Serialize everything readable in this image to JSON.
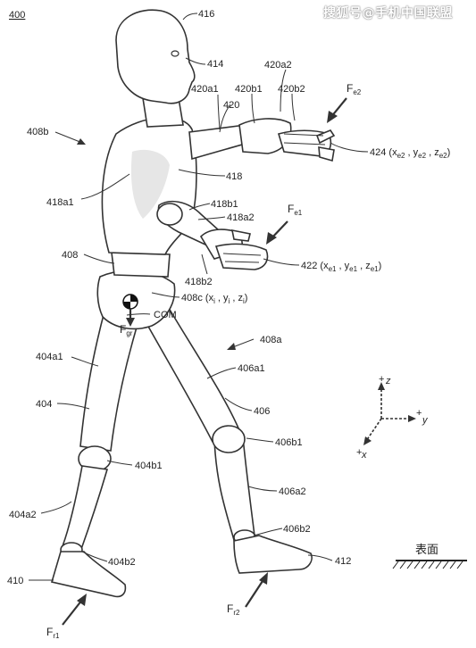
{
  "watermark": "搜狐号@手机中国联盟",
  "figure_number": "400",
  "surface_label": "表面",
  "labels": {
    "l416": "416",
    "l414": "414",
    "l420a2": "420a2",
    "l420a1": "420a1",
    "l420b1": "420b1",
    "l420b2": "420b2",
    "l420": "420",
    "l408b": "408b",
    "l424": "424 (x",
    "l418": "418",
    "l418a1": "418a1",
    "l418b1": "418b1",
    "l418a2": "418a2",
    "l408": "408",
    "l422": "422 (x",
    "l418b2": "418b2",
    "l408c": "408c (x",
    "com": "COM",
    "l408a": "408a",
    "l404a1": "404a1",
    "l406a1": "406a1",
    "l404": "404",
    "l406": "406",
    "l406b1": "406b1",
    "l404b1": "404b1",
    "l406a2": "406a2",
    "l404a2": "404a2",
    "l406b2": "406b2",
    "l412": "412",
    "l404b2": "404b2",
    "l410": "410"
  },
  "forces": {
    "fe2": "F",
    "fe2_sub": "e2",
    "fe1": "F",
    "fe1_sub": "e1",
    "fgr": "F",
    "fgr_sub": "gr",
    "fr1": "F",
    "fr1_sub": "r1",
    "fr2": "F",
    "fr2_sub": "r2"
  },
  "axes": {
    "z": "z",
    "y": "y",
    "x": "x",
    "plus": "+"
  }
}
